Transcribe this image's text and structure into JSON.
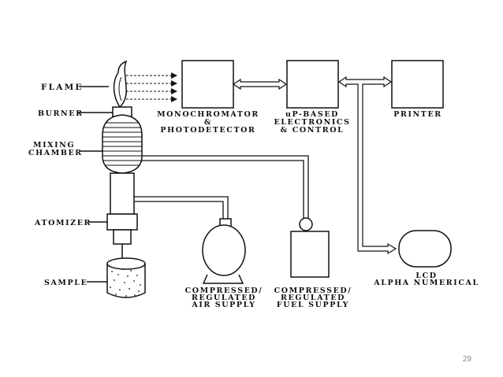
{
  "labels": {
    "flame": "FLAME",
    "burner": "BURNER",
    "mixing_chamber_line1": "MIXING",
    "mixing_chamber_line2": "CHAMBER",
    "atomizer": "ATOMIZER",
    "sample": "SAMPLE",
    "monochromator_line1": "MONOCHROMATOR",
    "monochromator_line2": "&",
    "monochromator_line3": "PHOTODETECTOR",
    "electronics_line1": "uP-BASED",
    "electronics_line2": "ELECTRONICS",
    "electronics_line3": "& CONTROL",
    "printer": "PRINTER",
    "lcd_line1": "LCD",
    "lcd_line2": "ALPHA NUMERICAL",
    "air_line1": "COMPRESSED/",
    "air_line2": "REGULATED",
    "air_line3": "AIR SUPPLY",
    "fuel_line1": "COMPRESSED/",
    "fuel_line2": "REGULATED",
    "fuel_line3": "FUEL SUPPLY"
  },
  "page_number": "29"
}
